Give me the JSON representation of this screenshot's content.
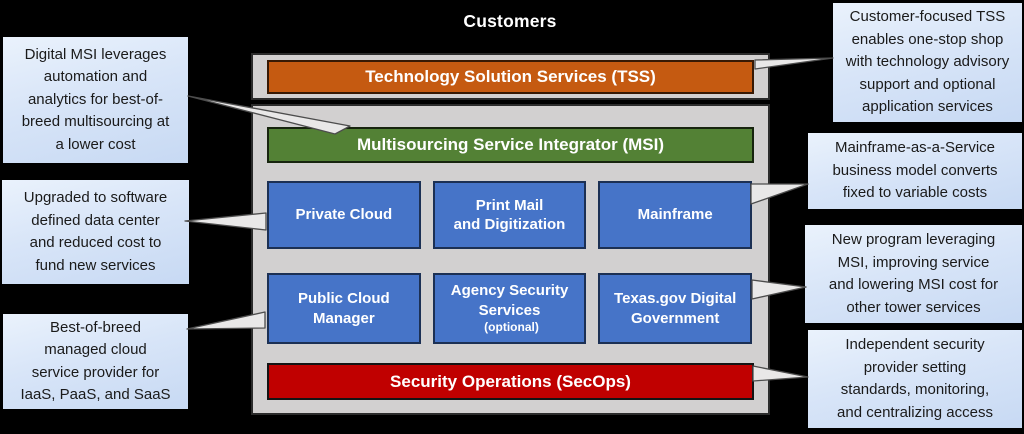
{
  "title": "Customers",
  "colors": {
    "background": "#000000",
    "tss": "#C55A11",
    "msi": "#538135",
    "secops": "#C00000",
    "tower": "#4674C8",
    "container": "#D2D0D0",
    "callout_top": "#EAF2FC",
    "callout_bottom": "#C7D9F3",
    "connector": "#E9E8E8",
    "text_light": "#FFFFFF",
    "text_dark": "#1A1A1A"
  },
  "stack": {
    "tss_label": "Technology Solution Services (TSS)",
    "msi_label": "Multisourcing Service Integrator (MSI)",
    "secops_label": "Security Operations (SecOps)",
    "row1": [
      {
        "lines": [
          "Private Cloud"
        ]
      },
      {
        "lines": [
          "Print Mail",
          "and Digitization"
        ]
      },
      {
        "lines": [
          "Mainframe"
        ]
      }
    ],
    "row2": [
      {
        "lines": [
          "Public Cloud",
          "Manager"
        ]
      },
      {
        "lines": [
          "Agency Security",
          "Services"
        ],
        "note": "(optional)"
      },
      {
        "lines": [
          "Texas.gov Digital",
          "Government"
        ]
      }
    ]
  },
  "callouts": {
    "left": [
      {
        "lines": [
          "Digital MSI leverages",
          "automation and",
          "analytics for best-of-",
          "breed multisourcing at",
          "a lower cost"
        ]
      },
      {
        "lines": [
          "Upgraded to software",
          "defined data center",
          "and reduced cost to",
          "fund new services"
        ]
      },
      {
        "lines": [
          "Best-of-breed",
          "managed cloud",
          "service provider for",
          "IaaS, PaaS, and SaaS"
        ]
      }
    ],
    "right": [
      {
        "lines": [
          "Customer-focused TSS",
          "enables one-stop shop",
          "with technology advisory",
          "support and optional",
          "application services"
        ]
      },
      {
        "lines": [
          "Mainframe-as-a-Service",
          "business model converts",
          "fixed to variable costs"
        ]
      },
      {
        "lines": [
          "New program leveraging",
          "MSI, improving service",
          "and lowering MSI cost for",
          "other tower services"
        ]
      },
      {
        "lines": [
          "Independent security",
          "provider setting",
          "standards, monitoring,",
          "and centralizing access"
        ]
      }
    ]
  }
}
